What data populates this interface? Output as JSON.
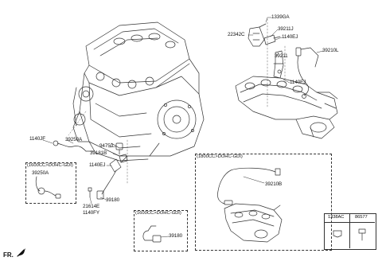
{
  "labels": {
    "p1339ga": "1339GA",
    "p22342c": "22342C",
    "p39211j": "39211J",
    "p1140ej_top": "1140EJ",
    "p39211": "39211",
    "p39210l": "39210L",
    "p1140ej_mid": "1140EJ",
    "p1140jf": "1140JF",
    "p39250a": "39250A",
    "p94750": "94750",
    "p39181b": "39181B",
    "p1140ej_left": "1140EJ",
    "p39180": "39180",
    "p21614e": "21614E",
    "p1140fy": "1140FY",
    "p39250a_box": "39250A",
    "p39210b": "39210B",
    "p39180_box": "39180",
    "fr": "FR."
  },
  "boxes": {
    "left_title": "(1600CC>DOHC-GDI)",
    "right_title": "(1800CC>DOHC-GDI)",
    "bottom_title": "(1600CC>DOHC-GDI)"
  },
  "table": {
    "col1": "1338AC",
    "col2": "86577"
  }
}
